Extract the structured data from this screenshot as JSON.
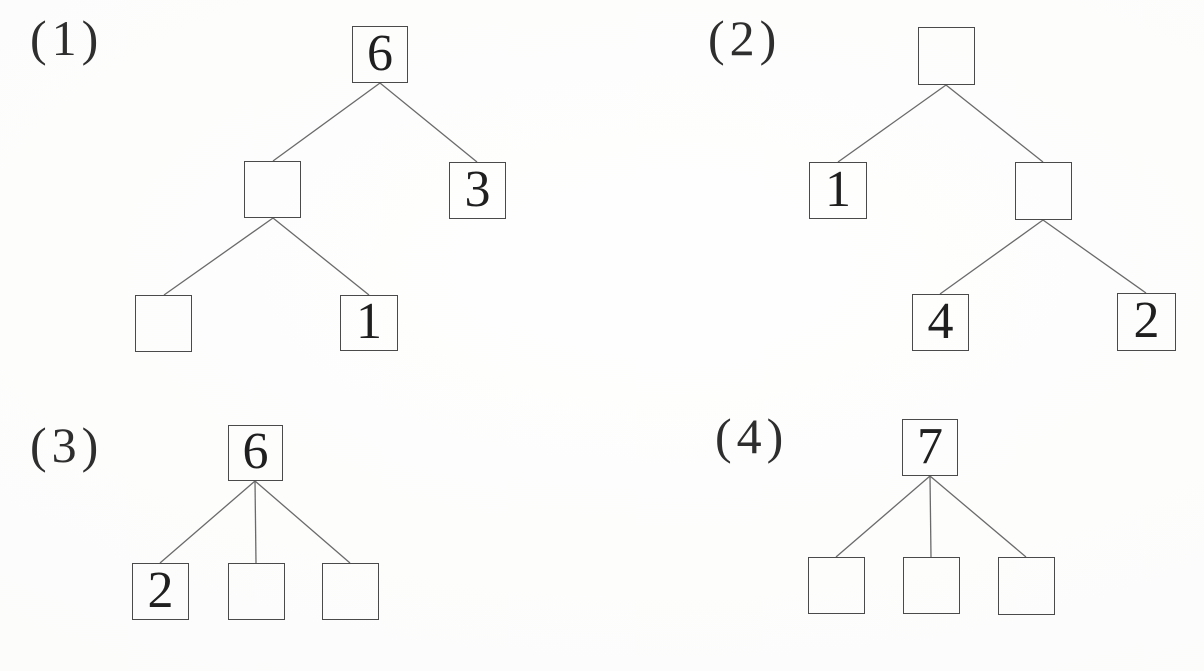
{
  "colors": {
    "background": "#fcfcfb",
    "box_border": "#4a4a4a",
    "connector_line": "#6a6a6a",
    "digit_text": "#1f1f1f",
    "label_text": "#2e2e2e"
  },
  "problems": {
    "p1": {
      "label": "(1)",
      "structure": "root splits into two; left child splits into two",
      "nodes": {
        "root": {
          "value": "6",
          "filled": true
        },
        "mid_left": {
          "value": "",
          "filled": false
        },
        "mid_right": {
          "value": "3",
          "filled": true
        },
        "leaf_left": {
          "value": "",
          "filled": false
        },
        "leaf_right": {
          "value": "1",
          "filled": true
        }
      }
    },
    "p2": {
      "label": "(2)",
      "structure": "root splits into two; right child splits into two",
      "nodes": {
        "root": {
          "value": "",
          "filled": false
        },
        "mid_left": {
          "value": "1",
          "filled": true
        },
        "mid_right": {
          "value": "",
          "filled": false
        },
        "leaf_left": {
          "value": "4",
          "filled": true
        },
        "leaf_right": {
          "value": "2",
          "filled": true
        }
      }
    },
    "p3": {
      "label": "(3)",
      "structure": "root splits into three children",
      "nodes": {
        "root": {
          "value": "6",
          "filled": true
        },
        "child_1": {
          "value": "2",
          "filled": true
        },
        "child_2": {
          "value": "",
          "filled": false
        },
        "child_3": {
          "value": "",
          "filled": false
        }
      }
    },
    "p4": {
      "label": "(4)",
      "structure": "root splits into three children",
      "nodes": {
        "root": {
          "value": "7",
          "filled": true
        },
        "child_1": {
          "value": "",
          "filled": false
        },
        "child_2": {
          "value": "",
          "filled": false
        },
        "child_3": {
          "value": "",
          "filled": false
        }
      }
    }
  }
}
